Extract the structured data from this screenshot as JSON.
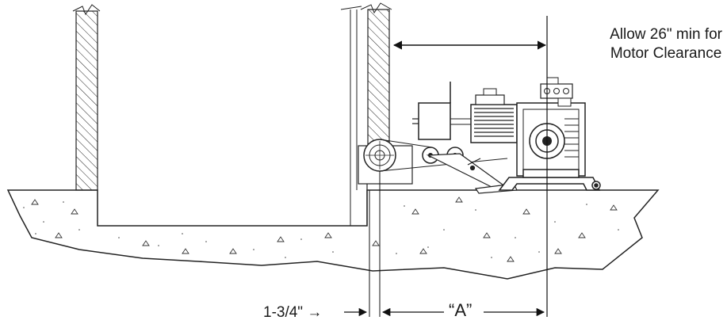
{
  "note": {
    "line1": "Allow 26\" min for",
    "line2": "Motor Clearance"
  },
  "dimensions": {
    "left_offset": "1-3/4\" →",
    "a_label": "“A”"
  }
}
